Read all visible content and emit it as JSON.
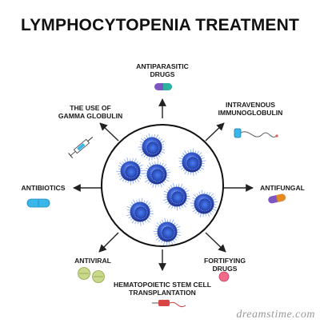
{
  "title": "LYMPHOCYTOPENIA TREATMENT",
  "treatments": {
    "antiparasitic": "ANTIPARASITIC\nDRUGS",
    "intravenous": "INTRAVENOUS\nIMMUNOGLOBULIN",
    "antifungal": "ANTIFUNGAL",
    "fortifying": "FORTIFYING\nDRUGS",
    "hematopoietic": "HEMATOPOIETIC STEM CELL\nTRANSPLANTATION",
    "antiviral": "ANTIVIRAL",
    "antibiotics": "ANTIBIOTICS",
    "gamma_globulin": "THE USE OF\nGAMMA GLOBULIN"
  },
  "watermark": "dreamstime.com",
  "colors": {
    "arrow": "#222222",
    "cell_blue": "#2b4fc2",
    "capsule_purple": "#7e57c2",
    "capsule_teal": "#2bb3a0",
    "capsule_orange": "#e58a1f",
    "pill_cyan": "#3ab6e8",
    "pill_green": "#c9d98a",
    "pill_pink": "#f06b8a"
  }
}
